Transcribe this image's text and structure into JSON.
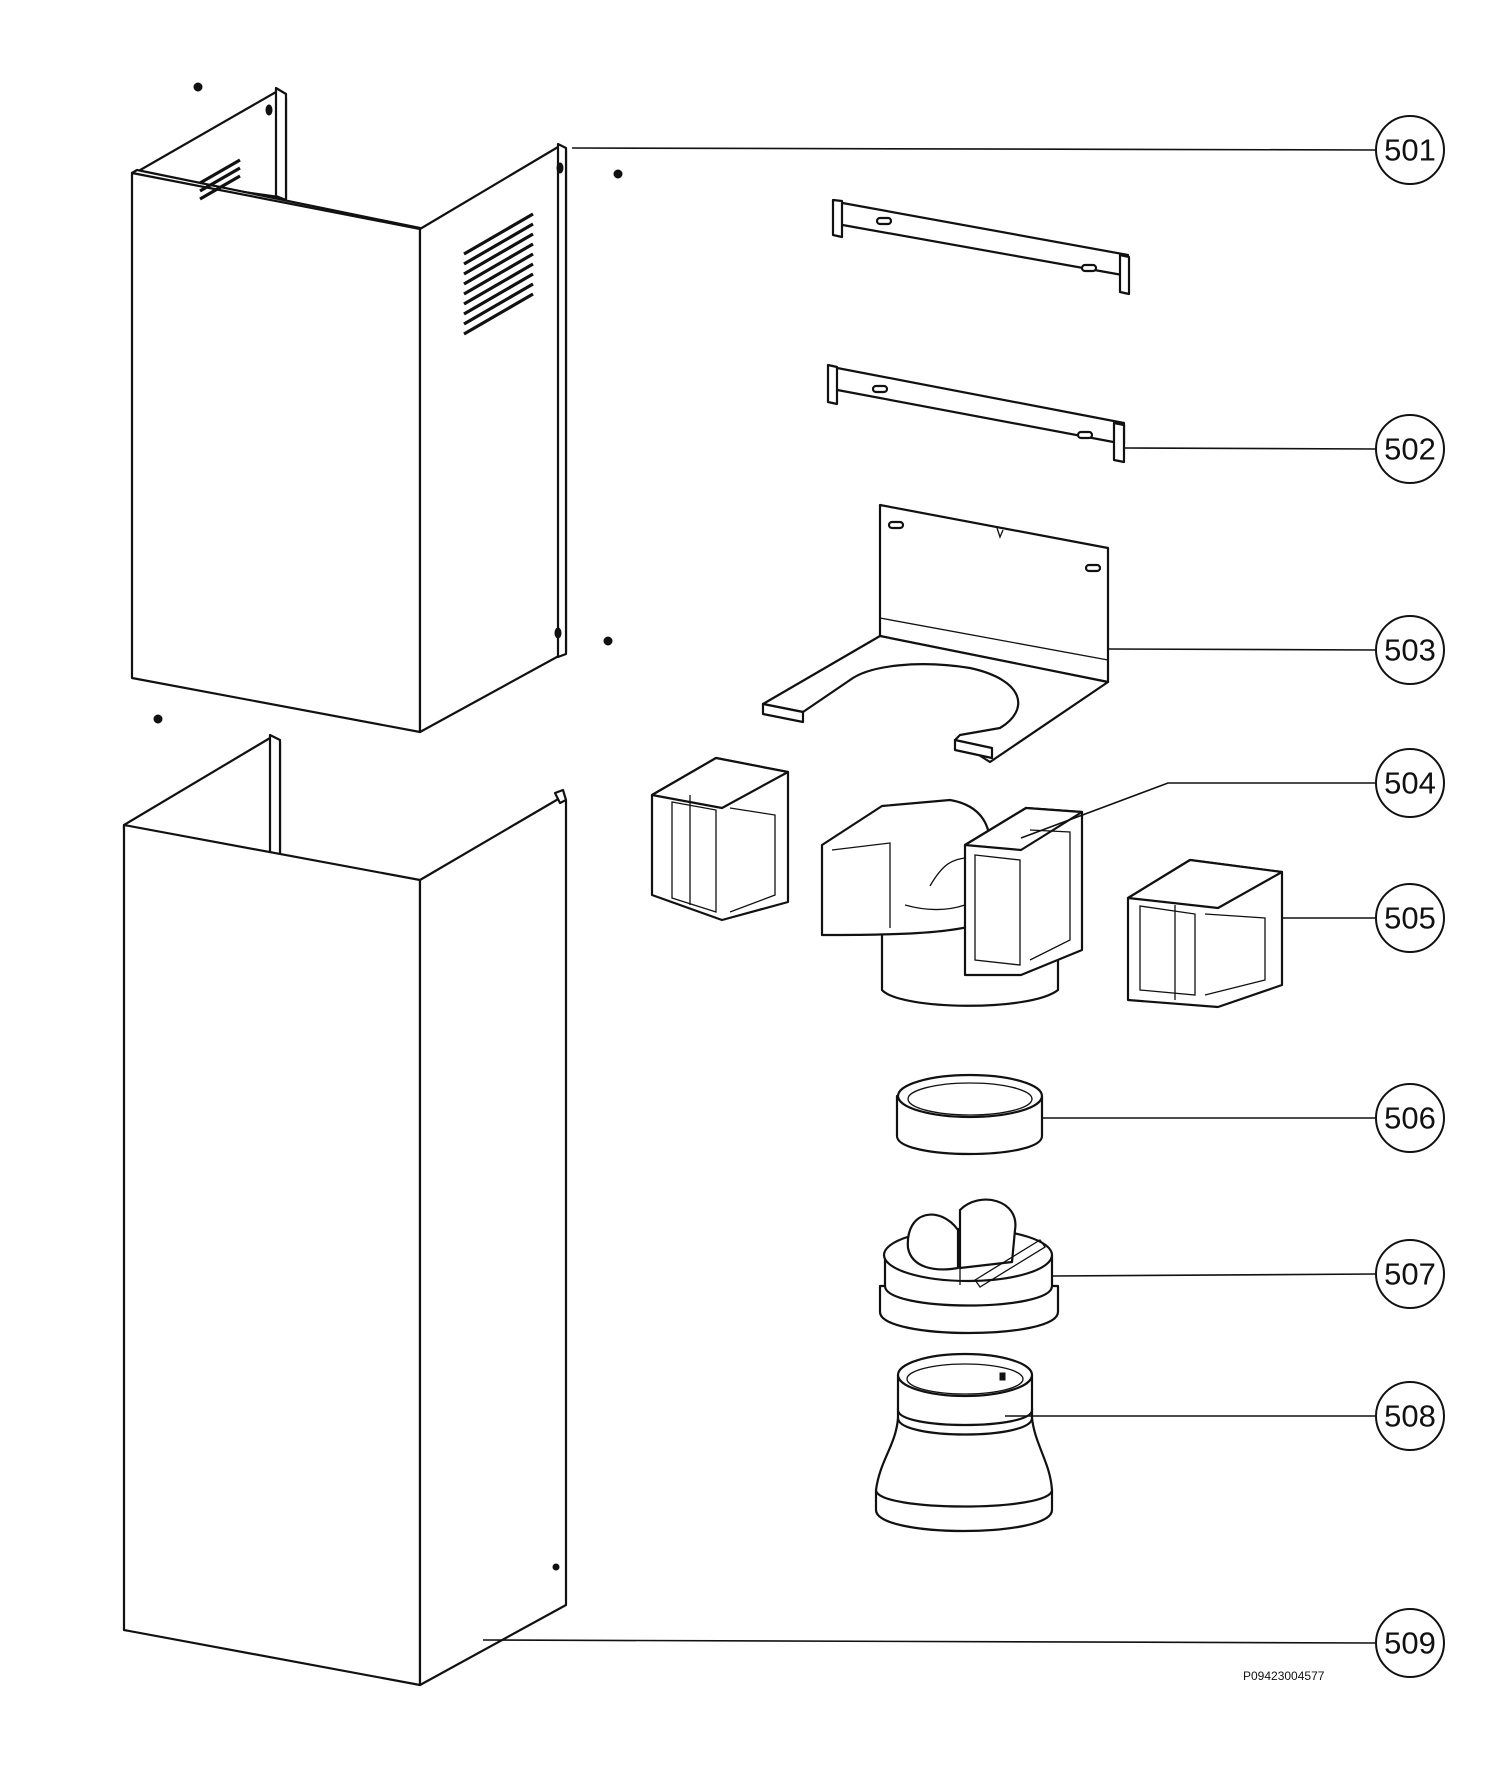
{
  "callouts": [
    {
      "id": "c501",
      "label": "501"
    },
    {
      "id": "c502",
      "label": "502"
    },
    {
      "id": "c503",
      "label": "503"
    },
    {
      "id": "c504",
      "label": "504"
    },
    {
      "id": "c505",
      "label": "505"
    },
    {
      "id": "c506",
      "label": "506"
    },
    {
      "id": "c507",
      "label": "507"
    },
    {
      "id": "c508",
      "label": "508"
    },
    {
      "id": "c509",
      "label": "509"
    }
  ],
  "document_number": "P09423004577"
}
